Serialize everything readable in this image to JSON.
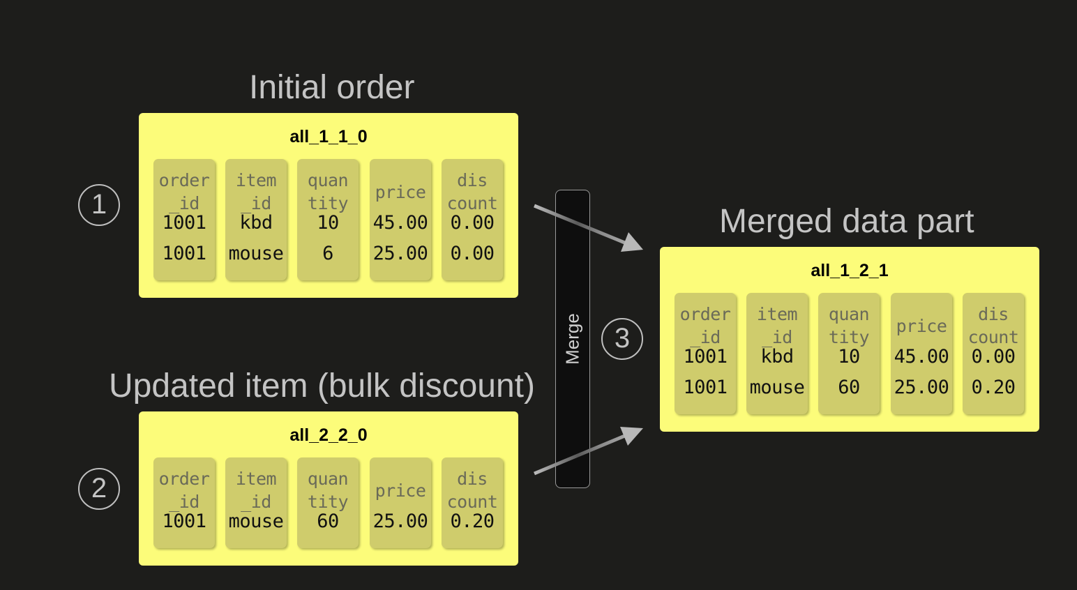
{
  "headings": {
    "initial": "Initial order",
    "updated": "Updated item (bulk discount)",
    "merged": "Merged data part"
  },
  "steps": [
    "1",
    "2",
    "3"
  ],
  "merge_label": "Merge",
  "parts": [
    {
      "name": "all_1_1_0",
      "columns": [
        {
          "header": "order\n_id",
          "values": [
            "1001",
            "1001"
          ]
        },
        {
          "header": "item\n_id",
          "values": [
            "kbd",
            "mouse"
          ]
        },
        {
          "header": "quan\ntity",
          "values": [
            "10",
            "6"
          ]
        },
        {
          "header": "price",
          "values": [
            "45.00",
            "25.00"
          ]
        },
        {
          "header": "dis\ncount",
          "values": [
            "0.00",
            "0.00"
          ]
        }
      ]
    },
    {
      "name": "all_2_2_0",
      "columns": [
        {
          "header": "order\n_id",
          "values": [
            "1001"
          ]
        },
        {
          "header": "item\n_id",
          "values": [
            "mouse"
          ]
        },
        {
          "header": "quan\ntity",
          "values": [
            "60"
          ]
        },
        {
          "header": "price",
          "values": [
            "25.00"
          ]
        },
        {
          "header": "dis\ncount",
          "values": [
            "0.20"
          ]
        }
      ]
    },
    {
      "name": "all_1_2_1",
      "columns": [
        {
          "header": "order\n_id",
          "values": [
            "1001",
            "1001"
          ]
        },
        {
          "header": "item\n_id",
          "values": [
            "kbd",
            "mouse"
          ]
        },
        {
          "header": "quan\ntity",
          "values": [
            "10",
            "60"
          ]
        },
        {
          "header": "price",
          "values": [
            "45.00",
            "25.00"
          ]
        },
        {
          "header": "dis\ncount",
          "values": [
            "0.00",
            "0.20"
          ]
        }
      ]
    }
  ],
  "colors": {
    "background": "#1d1d1b",
    "part_fill": "#fcfc7a",
    "column_fill": "#cfcc6c",
    "header_text": "#6a6a58",
    "heading_text": "#c4c4c4",
    "arrow": "#a8a8a8"
  }
}
